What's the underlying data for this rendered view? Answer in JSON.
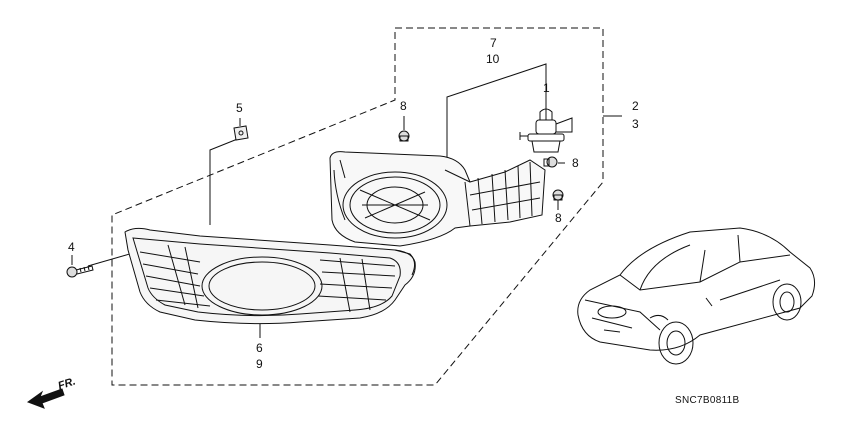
{
  "diagram": {
    "diagram_code": "SNC7B0811B",
    "direction_label": "FR.",
    "callouts": {
      "part_1": "1",
      "part_2": "2",
      "part_3": "3",
      "part_4": "4",
      "part_5": "5",
      "part_6": "6",
      "part_7": "7",
      "part_8_a": "8",
      "part_8_b": "8",
      "part_8_c": "8",
      "part_9": "9",
      "part_10": "10"
    },
    "parts": [
      {
        "ref": "1",
        "icon": "halogen-bulb-icon"
      },
      {
        "ref": "4",
        "icon": "screw-icon"
      },
      {
        "ref": "5",
        "icon": "clip-nut-icon"
      },
      {
        "ref": "6",
        "icon": "fog-light-garnish-icon"
      },
      {
        "ref": "7",
        "icon": "fog-light-housing-icon"
      },
      {
        "ref": "8",
        "icon": "bolt-icon"
      }
    ],
    "vehicle_icon": "sedan-car-icon"
  }
}
